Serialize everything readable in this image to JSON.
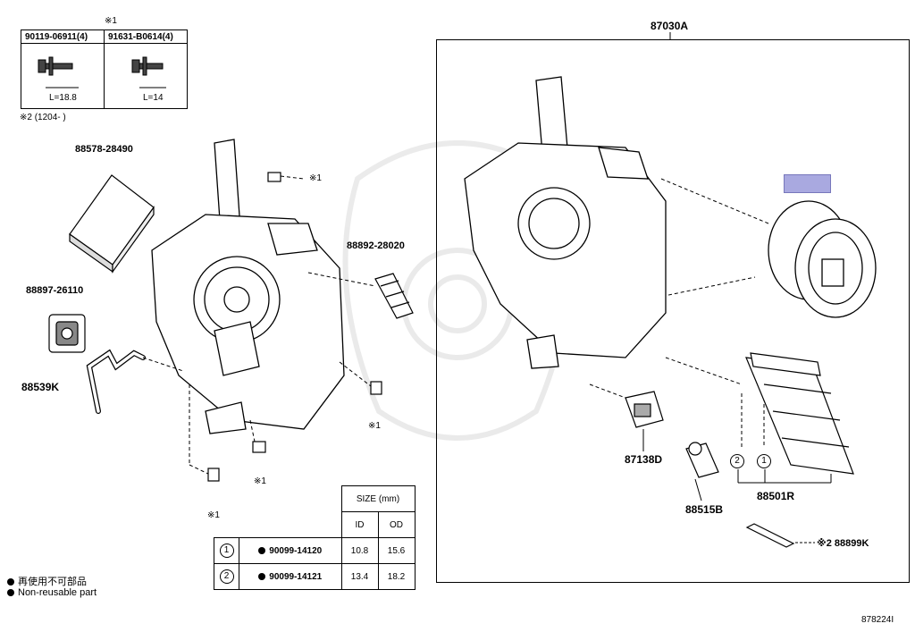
{
  "bolt_table": {
    "note_mark": "※1",
    "parts": [
      {
        "part_no": "90119-06911(4)",
        "length": "L=18.8"
      },
      {
        "part_no": "91631-B0614(4)",
        "length": "L=14"
      }
    ]
  },
  "note2": "※2 (1204-     )",
  "labels": {
    "p88578": "88578-28490",
    "p88897": "88897-26110",
    "p88539": "88539K",
    "p88892": "88892-28020",
    "p87030": "87030A",
    "p87138": "87138D",
    "p88515": "88515B",
    "p88501": "88501R",
    "p88899": "※2 88899K",
    "mark1_a": "※1",
    "mark1_b": "※1",
    "mark1_c": "※1",
    "mark1_d": "※1",
    "circle1": "1",
    "circle2": "2"
  },
  "size_table": {
    "header": "SIZE (mm)",
    "col_id": "ID",
    "col_od": "OD",
    "rows": [
      {
        "idx": "1",
        "part_no": "90099-14120",
        "id": "10.8",
        "od": "15.6"
      },
      {
        "idx": "2",
        "part_no": "90099-14121",
        "id": "13.4",
        "od": "18.2"
      }
    ]
  },
  "legend": {
    "jp": "再使用不可部品",
    "en": "Non-reusable part"
  },
  "figure_no": "878224I"
}
